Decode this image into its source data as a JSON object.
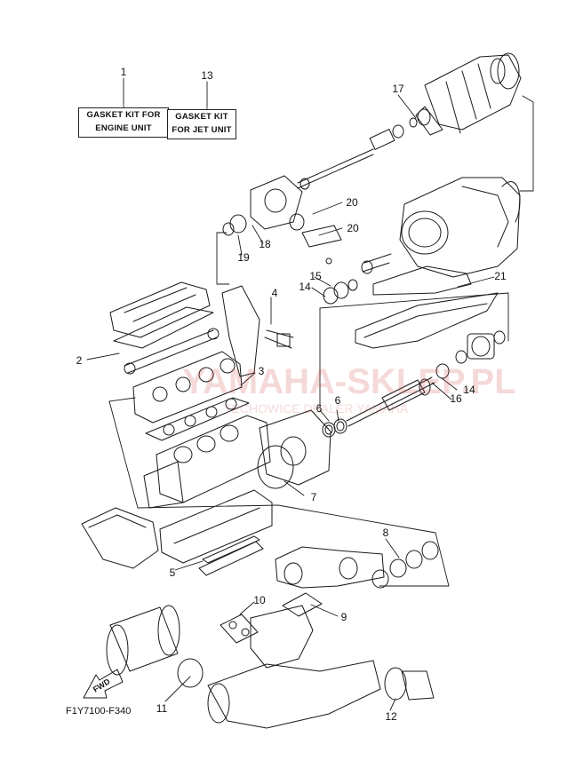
{
  "kits": {
    "engine": {
      "line1": "GASKET KIT FOR",
      "line2": "ENGINE UNIT"
    },
    "jet": {
      "line1": "GASKET KIT",
      "line2": "FOR JET UNIT"
    }
  },
  "callouts": {
    "c1": "1",
    "c13": "13",
    "c17": "17",
    "c20a": "20",
    "c20b": "20",
    "c18": "18",
    "c19": "19",
    "c15": "15",
    "c14a": "14",
    "c4": "4",
    "c21": "21",
    "c2": "2",
    "c3": "3",
    "c14b": "14",
    "c16": "16",
    "c6a": "6",
    "c6b": "6",
    "c7": "7",
    "c8": "8",
    "c5": "5",
    "c10": "10",
    "c9": "9",
    "c11": "11",
    "c12": "12"
  },
  "fwd": "FWD",
  "diagram_code": "F1Y7100-F340",
  "watermark": {
    "main": "YAMAHA-SKLEP.PL",
    "sub": "TECHOWICE DEALER YAMAHA"
  },
  "colors": {
    "line": "#1a1a1a",
    "watermark": "#d25050"
  }
}
